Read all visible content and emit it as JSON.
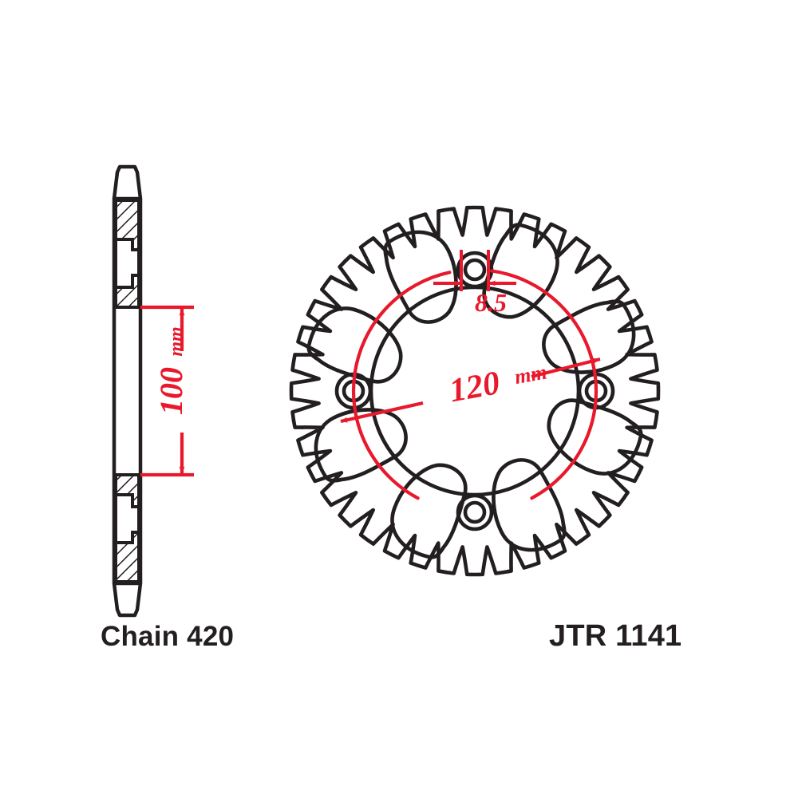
{
  "drawing": {
    "title": "JT Rear Sprocket Technical Drawing",
    "background_color": "#ffffff",
    "line_color": "#231f20",
    "dimension_color": "#e8192c"
  },
  "captions": {
    "chain_label": "Chain 420",
    "part_number": "JTR 1141"
  },
  "dimensions": {
    "bolt_hole_diameter": {
      "value": "8.5",
      "unit": "",
      "display": "8.5",
      "description": "bolt hole diameter in mm"
    },
    "bolt_circle": {
      "value": "120",
      "unit": "mm",
      "display_value": "120",
      "display_unit": "mm",
      "description": "bolt circle pitch diameter"
    },
    "centre_bore": {
      "value": "100",
      "unit": "mm",
      "display_value": "100",
      "display_unit": "mm",
      "description": "centre bore diameter"
    }
  },
  "views": {
    "side_profile": {
      "name": "side-section-view",
      "description": "cross-sectioned edge view of sprocket plate"
    },
    "face": {
      "name": "face-view",
      "description": "front face view of sprocket showing teeth, bolt holes and lightening holes"
    }
  },
  "sprocket": {
    "teeth_count": 40,
    "bolt_holes": 4,
    "lightening_holes": 8
  }
}
